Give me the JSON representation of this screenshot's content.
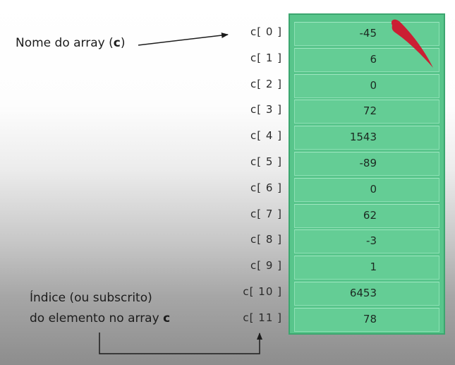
{
  "array_name_label": {
    "text": "Nome do array (",
    "name": "c",
    "close": ")"
  },
  "index_label": {
    "line1": "Índice (ou subscrito)",
    "line2_text": "do elemento no array ",
    "line2_name": "c"
  },
  "elements": [
    {
      "index": "c[ 0 ]",
      "value": "-45"
    },
    {
      "index": "c[ 1 ]",
      "value": "6"
    },
    {
      "index": "c[ 2 ]",
      "value": "0"
    },
    {
      "index": "c[ 3 ]",
      "value": "72"
    },
    {
      "index": "c[ 4 ]",
      "value": "1543"
    },
    {
      "index": "c[ 5 ]",
      "value": "-89"
    },
    {
      "index": "c[ 6 ]",
      "value": "0"
    },
    {
      "index": "c[ 7 ]",
      "value": "62"
    },
    {
      "index": "c[ 8 ]",
      "value": "-3"
    },
    {
      "index": "c[ 9 ]",
      "value": "1"
    },
    {
      "index": "c[ 10 ]",
      "value": "6453"
    },
    {
      "index": "c[ 11 ]",
      "value": "78"
    }
  ],
  "colors": {
    "array_fill": "#64cd95",
    "array_border": "#3ca66f",
    "highlight_mark": "#d4102a"
  }
}
